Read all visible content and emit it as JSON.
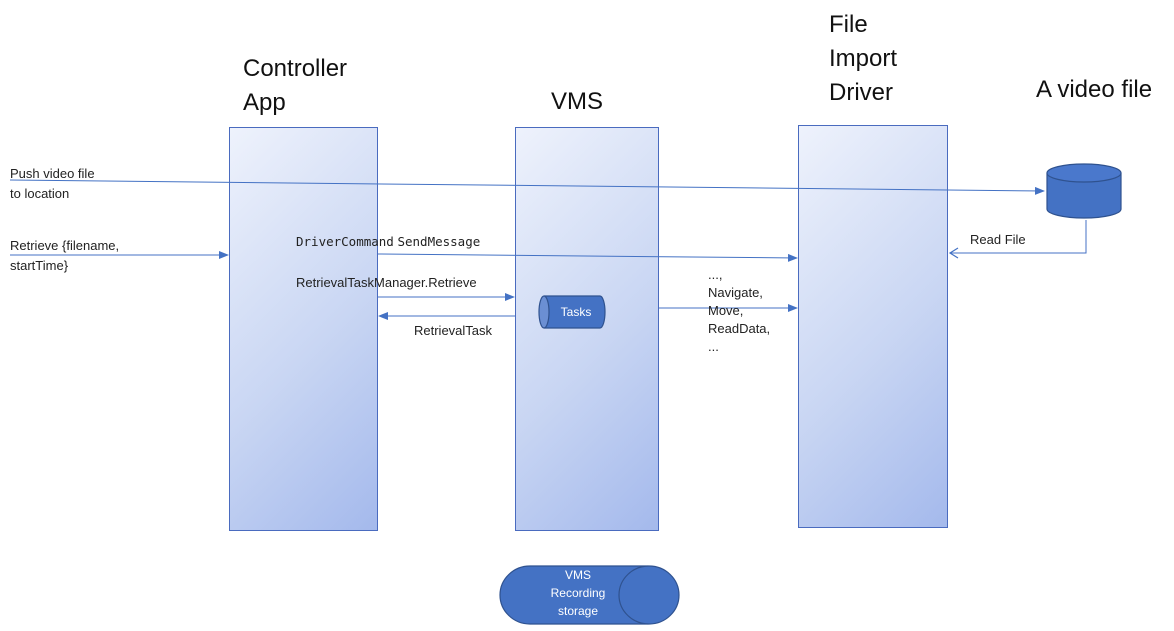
{
  "lanes": {
    "controller": {
      "title": "Controller\nApp"
    },
    "vms": {
      "title": "VMS"
    },
    "driver": {
      "title": "File\nImport\nDriver"
    },
    "videofile": {
      "title": "A video file"
    }
  },
  "labels": {
    "push_video": "Push video file\nto location",
    "retrieve_in": "Retrieve {filename,\nstartTime}",
    "driver_command_mono": "DriverCommand",
    "send_message": "SendMessage",
    "retrieval_task_manager": "RetrievalTaskManager.Retrieve",
    "retrieval_task": "RetrievalTask",
    "read_file": "Read File",
    "commands": "...,\nNavigate,\nMove,\nReadData,\n..."
  },
  "shapes": {
    "tasks": "Tasks",
    "recording_storage": "VMS\nRecording\nstorage"
  },
  "colors": {
    "lane_border": "#4a6bbf",
    "arrow": "#4472c4",
    "cylinder_fill": "#4472c4",
    "cylinder_stroke": "#2f528f"
  }
}
